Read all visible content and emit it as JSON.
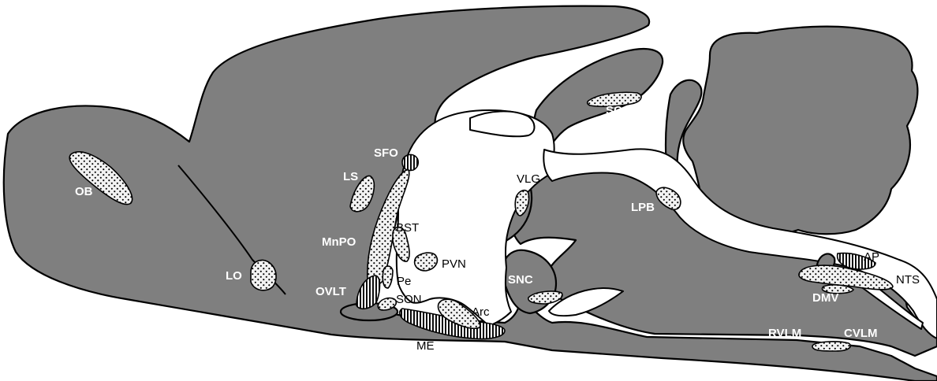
{
  "regions": [
    {
      "id": "OB",
      "label": "OB",
      "pattern": "stipple"
    },
    {
      "id": "LO",
      "label": "LO",
      "pattern": "stipple"
    },
    {
      "id": "SFO",
      "label": "SFO",
      "pattern": "stripes"
    },
    {
      "id": "LS",
      "label": "LS",
      "pattern": "stipple"
    },
    {
      "id": "MnPO",
      "label": "MnPO",
      "pattern": "stipple"
    },
    {
      "id": "BST",
      "label": "BST",
      "pattern": "stipple"
    },
    {
      "id": "OVLT",
      "label": "OVLT",
      "pattern": "stripes"
    },
    {
      "id": "Pe",
      "label": "Pe",
      "pattern": "stipple"
    },
    {
      "id": "PVN",
      "label": "PVN",
      "pattern": "stipple"
    },
    {
      "id": "SON",
      "label": "SON",
      "pattern": "stipple"
    },
    {
      "id": "ME",
      "label": "ME",
      "pattern": "stripes"
    },
    {
      "id": "Arc",
      "label": "Arc",
      "pattern": "stipple"
    },
    {
      "id": "VLG",
      "label": "VLG",
      "pattern": "stipple"
    },
    {
      "id": "SC",
      "label": "SC",
      "pattern": "stipple"
    },
    {
      "id": "SNC",
      "label": "SNC",
      "pattern": "stipple"
    },
    {
      "id": "LPB",
      "label": "LPB",
      "pattern": "stipple"
    },
    {
      "id": "AP",
      "label": "AP",
      "pattern": "stripes"
    },
    {
      "id": "NTS",
      "label": "NTS",
      "pattern": "stipple"
    },
    {
      "id": "DMV",
      "label": "DMV",
      "pattern": "stipple"
    },
    {
      "id": "RVLM",
      "label": "RVLM",
      "pattern": "stipple"
    },
    {
      "id": "CVLM",
      "label": "CVLM",
      "pattern": "stipple"
    }
  ],
  "colors": {
    "tissue": "#7f7f7f",
    "outline": "#000000",
    "background": "#ffffff",
    "stipple_fill": "#f2f2f2"
  }
}
